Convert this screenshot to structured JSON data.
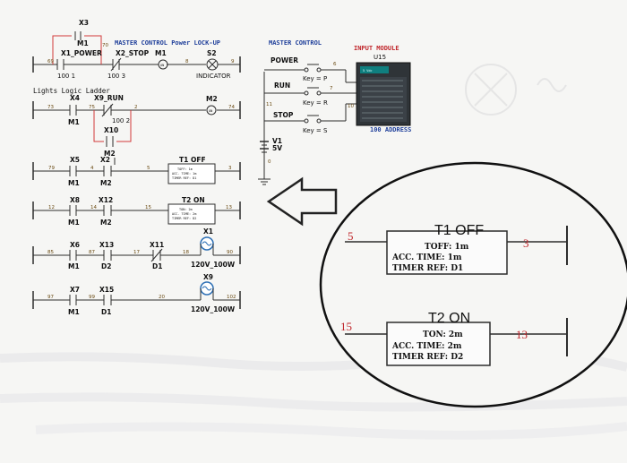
{
  "ladder": {
    "top": {
      "x3": "X3",
      "m1": "M1",
      "x1_power": "X1_POWER",
      "x2_stop": "X2_STOP",
      "m1_b": "M1",
      "s2": "S2",
      "indicator": "INDICATOR",
      "n69": "69",
      "n70": "70",
      "n8": "8",
      "n9": "9",
      "addr1001": "100 1",
      "addr1003": "100 3",
      "title": "MASTER CONTROL Power LOCK-UP"
    },
    "section_title": "Lights Logic Ladder",
    "rung2": {
      "x4": "X4",
      "m1": "M1",
      "x9_run": "X9_RUN",
      "addr1002": "100 2",
      "x10": "X10",
      "m2_c": "M2",
      "m2_coil": "M2",
      "n73": "73",
      "n75": "75",
      "n2": "2",
      "n74": "74"
    },
    "rung3": {
      "x5": "X5",
      "m1": "M1",
      "x2": "X2",
      "m2": "M2",
      "n79": "79",
      "n4": "4",
      "n5": "5",
      "n3": "3",
      "timer": {
        "name": "T1 OFF",
        "l1": "TOFF: 1m",
        "l2": "ACC. TIME: 1m",
        "l3": "TIMER REF: D1"
      }
    },
    "rung4": {
      "x8": "X8",
      "m1": "M1",
      "x12": "X12",
      "m2": "M2",
      "n12": "12",
      "n14": "14",
      "n15": "15",
      "n13": "13",
      "timer": {
        "name": "T2 ON",
        "l1": "TON: 2m",
        "l2": "ACC. TIME: 2m",
        "l3": "TIMER REF: D2"
      }
    },
    "rung5": {
      "x6": "X6",
      "m1": "M1",
      "x13": "X13",
      "d2": "D2",
      "x11": "X11",
      "d1": "D1",
      "x1": "X1",
      "lamp": "120V_100W",
      "n85": "85",
      "n87": "87",
      "n17": "17",
      "n18": "18",
      "n90": "90"
    },
    "rung6": {
      "x7": "X7",
      "m1": "M1",
      "x15": "X15",
      "d1": "D1",
      "x9": "X9",
      "lamp": "120V_100W",
      "n97": "97",
      "n99": "99",
      "n20": "20",
      "n102": "102"
    }
  },
  "master_control": {
    "title": "MASTER CONTROL",
    "power": "POWER",
    "key_p": "Key = P",
    "run": "RUN",
    "key_r": "Key = R",
    "stop": "STOP",
    "key_s": "Key = S",
    "n6": "6",
    "n7": "7",
    "n11": "11",
    "n10": "10",
    "v1": "V1",
    "v5": "5V",
    "n0": "0"
  },
  "input_module": {
    "title": "INPUT MODULE",
    "name": "U15",
    "header": "5 Vdc",
    "address": "100 ADDRESS"
  },
  "zoom": {
    "t1": {
      "name": "T1 OFF",
      "l1": "TOFF: 1m",
      "l2": "ACC. TIME: 1m",
      "l3": "TIMER REF: D1",
      "in": "5",
      "out": "3"
    },
    "t2": {
      "name": "T2 ON",
      "l1": "TON: 2m",
      "l2": "ACC. TIME: 2m",
      "l3": "TIMER REF: D2",
      "in": "15",
      "out": "13"
    }
  },
  "colors": {
    "ink": "#2d2d2d",
    "red": "#d23a3a",
    "blue": "#1f3f9a",
    "lamp": "#2c6fb5"
  }
}
